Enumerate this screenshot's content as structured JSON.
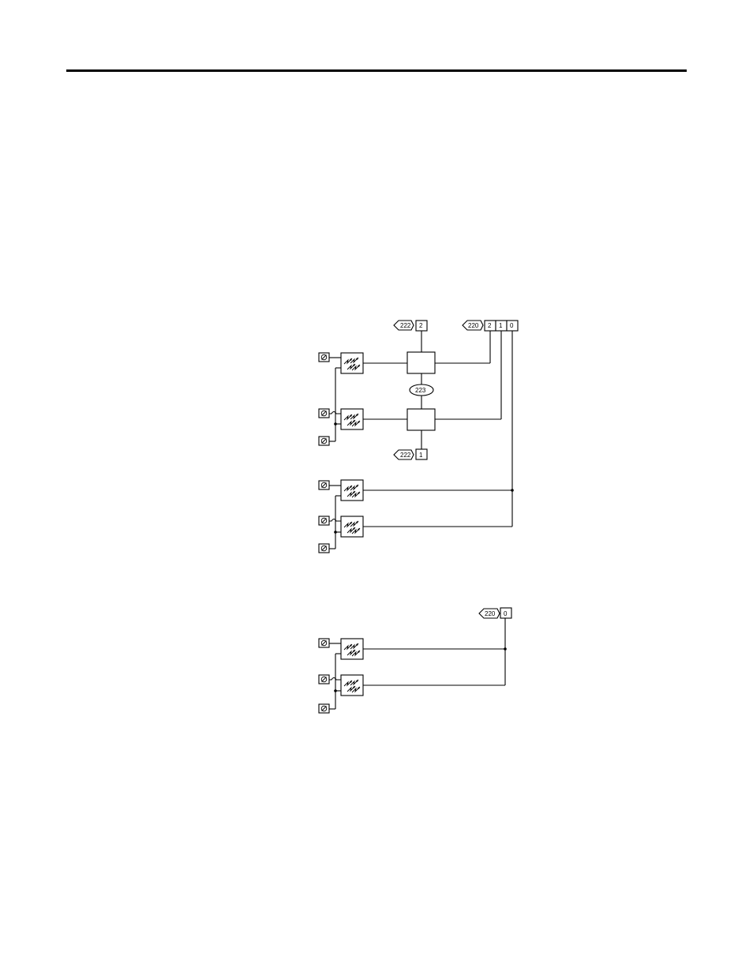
{
  "diagram1": {
    "top_left_tag": {
      "ref": "222",
      "pin": "2"
    },
    "top_right_tag": {
      "ref": "220",
      "pins": [
        "2",
        "1",
        "0"
      ]
    },
    "middle_oval": "223",
    "bottom_tag": {
      "ref": "222",
      "pin": "1"
    }
  },
  "diagram2": {
    "tag": {
      "ref": "220",
      "pin": "0"
    }
  },
  "icons": {
    "terminal": "terminal-symbol-icon",
    "sensor": "photoelectric-sensor-icon"
  }
}
